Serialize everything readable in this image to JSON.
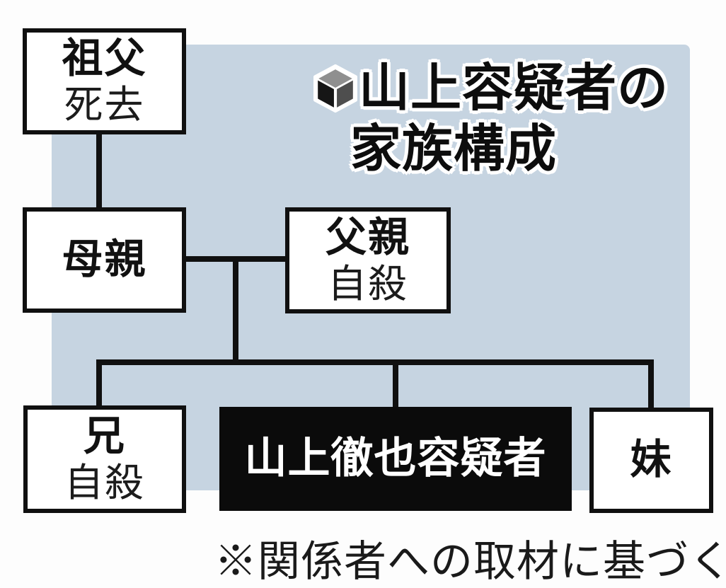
{
  "title": {
    "line1": "山上容疑者の",
    "line2": "家族構成",
    "icon": "cube-icon"
  },
  "nodes": {
    "grandfather": {
      "name": "祖父",
      "status": "死去"
    },
    "mother": {
      "name": "母親"
    },
    "father": {
      "name": "父親",
      "status": "自殺"
    },
    "brother": {
      "name": "兄",
      "status": "自殺"
    },
    "suspect": {
      "name": "山上徹也容疑者"
    },
    "sister": {
      "name": "妹"
    }
  },
  "footnote": "※関係者への取材に基づく",
  "colors": {
    "backdrop_blue": "#c6d4e1",
    "box_border": "#101010",
    "suspect_box_bg": "#0b0b0b",
    "suspect_box_text": "#ffffff",
    "cube_top": "#8f8f8f",
    "cube_left": "#161616",
    "cube_right": "#4e4e4e"
  }
}
